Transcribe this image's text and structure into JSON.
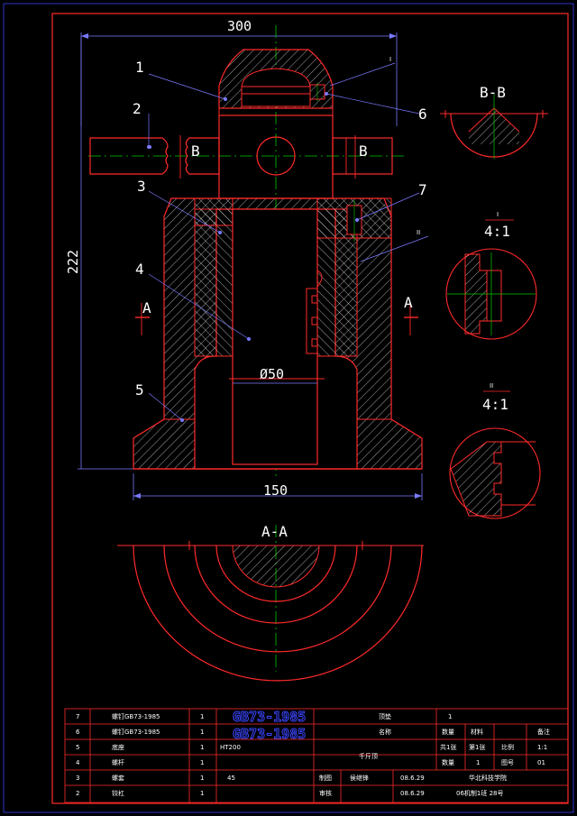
{
  "dimensions": {
    "top_width": "300",
    "height": "222",
    "bore": "Ø50",
    "base_width": "150"
  },
  "part_numbers": [
    "1",
    "2",
    "3",
    "4",
    "5",
    "6",
    "7"
  ],
  "section_marks": {
    "B_left": "B",
    "B_right": "B",
    "A_left": "A",
    "A_right": "A",
    "view_BB": "B-B",
    "view_AA": "A-A",
    "detail_I": "I",
    "detail_I_scale": "4:1",
    "detail_II": "II",
    "detail_II_scale": "4:1"
  },
  "title_block": {
    "standard_large_1": "GB73-1985",
    "standard_large_2": "GB73-1985",
    "parts": [
      {
        "no": "7",
        "name": "螺钉GB73-1985",
        "qty": "1",
        "material": ""
      },
      {
        "no": "6",
        "name": "螺钉GB73-1985",
        "qty": "1",
        "material": ""
      },
      {
        "no": "5",
        "name": "底座",
        "qty": "1",
        "material": "HT200"
      },
      {
        "no": "4",
        "name": "螺杆",
        "qty": "1",
        "material": ""
      },
      {
        "no": "3",
        "name": "螺套",
        "qty": "1",
        "material": "45"
      },
      {
        "no": "2",
        "name": "铰杠",
        "qty": "1",
        "material": ""
      }
    ],
    "r1_label": "顶垫",
    "r1_qty": "1",
    "r2_label": "名称",
    "r2_c1": "数量",
    "r2_c2": "材料",
    "r2_c3": "备注",
    "drawing_name": "千斤顶",
    "sheets_total": "共1张",
    "sheet_no": "第1张",
    "scale_label": "比例",
    "scale_value": "1:1",
    "qty_label": "数量",
    "qty_value": "1",
    "drawing_no_label": "图号",
    "drawing_no_value": "01",
    "drawn_label": "制图",
    "drawn_name": "侯继锋",
    "drawn_date": "08.6.29",
    "checked_label": "审核",
    "checked_date": "08.6.29",
    "school": "华北科技学院",
    "class_info": "06机制1班 28号"
  },
  "colors": {
    "outline": "#ff2a2a",
    "center": "#00c800",
    "dimension": "#7a7aff",
    "hatch": "#e8e8e8",
    "frame": "#ff2a2a"
  }
}
